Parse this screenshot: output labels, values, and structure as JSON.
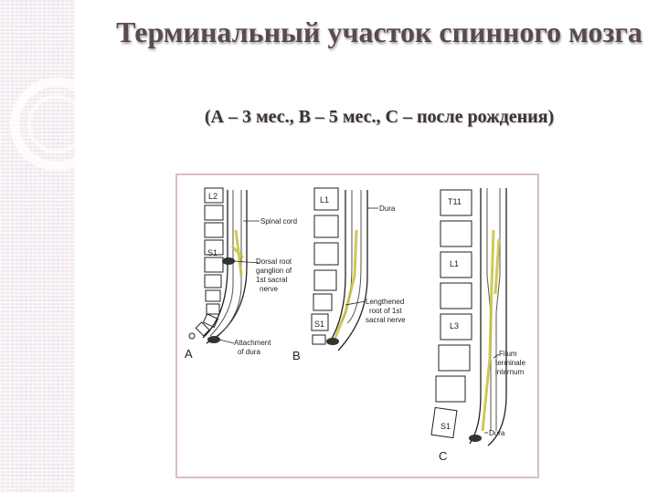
{
  "slide": {
    "title": "Терминальный участок спинного мозга",
    "subtitle": "(А – 3 мес., В – 5 мес., С – после рождения)"
  },
  "figure": {
    "panel_a": {
      "letter": "A",
      "vertebra_labels": {
        "top": "L2",
        "sacral": "S1"
      },
      "callouts": {
        "spinal_cord": "Spinal cord",
        "drg_line1": "Dorsal root",
        "drg_line2": "ganglion of",
        "drg_line3": "1st sacral",
        "drg_line4": "nerve",
        "dura_line1": "Attachment",
        "dura_line2": "of dura"
      }
    },
    "panel_b": {
      "letter": "B",
      "vertebra_labels": {
        "top": "L1",
        "sacral": "S1"
      },
      "callouts": {
        "dura": "Dura",
        "root_line1": "Lengthened",
        "root_line2": "root of 1st",
        "root_line3": "sacral nerve"
      }
    },
    "panel_c": {
      "letter": "C",
      "vertebra_labels": {
        "top": "T11",
        "l1": "L1",
        "l3": "L3",
        "sacral": "S1"
      },
      "callouts": {
        "filum_line1": "Filum",
        "filum_line2": "terminale",
        "filum_line3": "internum",
        "dura": "Dura"
      }
    }
  }
}
